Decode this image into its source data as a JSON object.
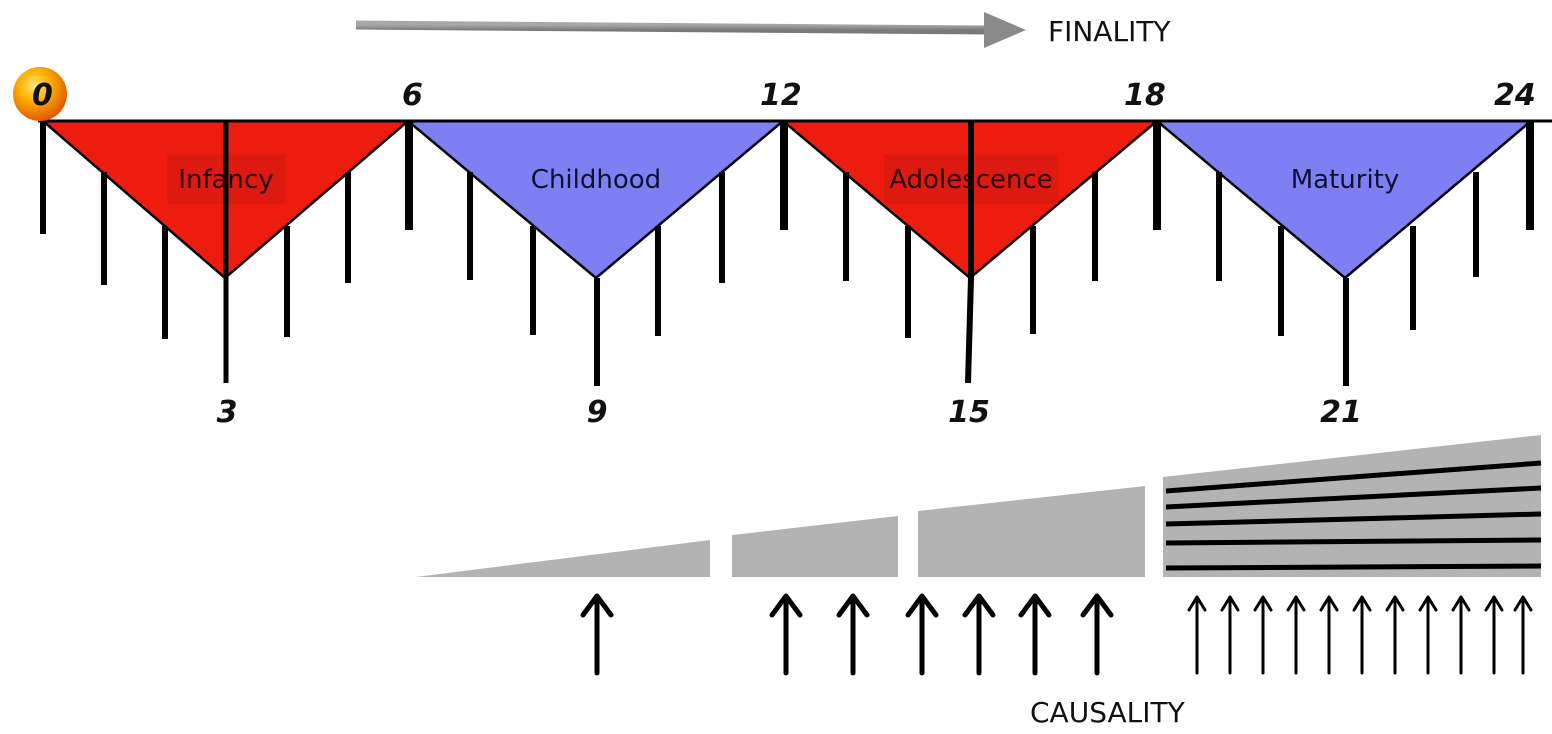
{
  "diagram": {
    "finality_label": "FINALITY",
    "causality_label": "CAUSALITY",
    "stages": [
      {
        "label": "Infancy",
        "color": "#ee1c0e",
        "label_bg": "#dd1a10"
      },
      {
        "label": "Childhood",
        "color": "#7f7ff4"
      },
      {
        "label": "Adolescence",
        "color": "#ee1c0e",
        "label_bg": "#dd1a10"
      },
      {
        "label": "Maturity",
        "color": "#7f7ff4"
      }
    ],
    "top_numbers": [
      "0",
      "6",
      "12",
      "18",
      "24"
    ],
    "bottom_numbers": [
      "3",
      "9",
      "15",
      "21"
    ],
    "colors": {
      "wedge_fill": "#b3b3b3",
      "arrow_gray": "#8a8a8a",
      "line": "#000000",
      "sun": "#f5a300"
    }
  }
}
